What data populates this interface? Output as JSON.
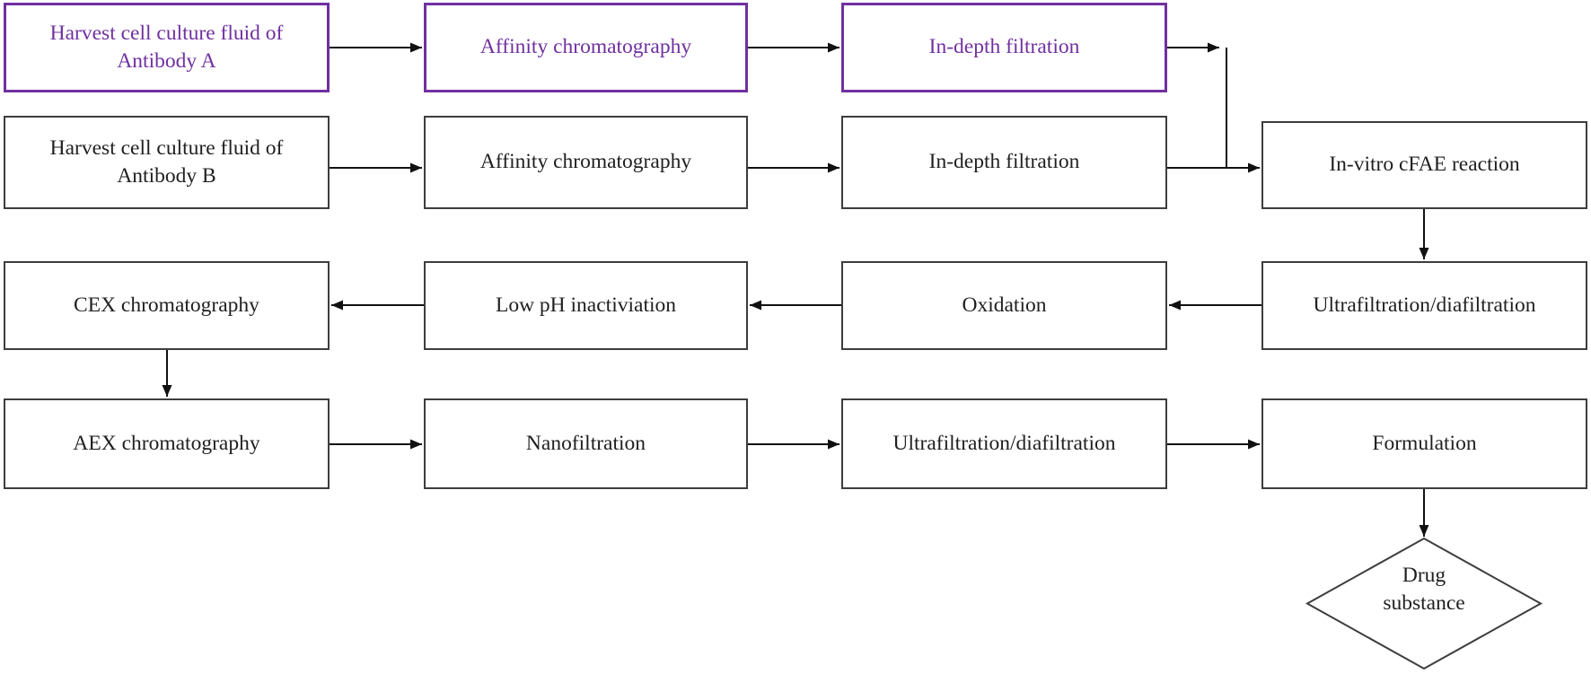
{
  "colors": {
    "accent": "#7030A0",
    "border": "#3d3d3d",
    "arrow": "#111111",
    "text": "#1f1f1f",
    "background": "#ffffff"
  },
  "nodes": [
    {
      "id": "harvest-a",
      "label": "Harvest cell culture fluid of Antibody A",
      "highlighted": true
    },
    {
      "id": "affinity-a",
      "label": "Affinity chromatography",
      "highlighted": true
    },
    {
      "id": "indepth-a",
      "label": "In-depth filtration",
      "highlighted": true
    },
    {
      "id": "harvest-b",
      "label": "Harvest cell culture fluid of Antibody B",
      "highlighted": false
    },
    {
      "id": "affinity-b",
      "label": "Affinity chromatography",
      "highlighted": false
    },
    {
      "id": "indepth-b",
      "label": "In-depth filtration",
      "highlighted": false
    },
    {
      "id": "cfae",
      "label": "In-vitro cFAE reaction",
      "highlighted": false
    },
    {
      "id": "cex",
      "label": "CEX chromatography",
      "highlighted": false
    },
    {
      "id": "low-ph",
      "label": "Low pH inactiviation",
      "highlighted": false
    },
    {
      "id": "oxidation",
      "label": "Oxidation",
      "highlighted": false
    },
    {
      "id": "ufdf-1",
      "label": "Ultrafiltration/diafiltration",
      "highlighted": false
    },
    {
      "id": "aex",
      "label": "AEX chromatography",
      "highlighted": false
    },
    {
      "id": "nanofiltration",
      "label": "Nanofiltration",
      "highlighted": false
    },
    {
      "id": "ufdf-2",
      "label": "Ultrafiltration/diafiltration",
      "highlighted": false
    },
    {
      "id": "formulation",
      "label": "Formulation",
      "highlighted": false
    },
    {
      "id": "drug-substance",
      "label": "Drug substance",
      "shape": "diamond",
      "highlighted": false
    }
  ],
  "edges": [
    {
      "from": "harvest-a",
      "to": "affinity-a"
    },
    {
      "from": "affinity-a",
      "to": "indepth-a"
    },
    {
      "from": "indepth-a",
      "to": "cfae"
    },
    {
      "from": "harvest-b",
      "to": "affinity-b"
    },
    {
      "from": "affinity-b",
      "to": "indepth-b"
    },
    {
      "from": "indepth-b",
      "to": "cfae"
    },
    {
      "from": "cfae",
      "to": "ufdf-1"
    },
    {
      "from": "ufdf-1",
      "to": "oxidation"
    },
    {
      "from": "oxidation",
      "to": "low-ph"
    },
    {
      "from": "low-ph",
      "to": "cex"
    },
    {
      "from": "cex",
      "to": "aex"
    },
    {
      "from": "aex",
      "to": "nanofiltration"
    },
    {
      "from": "nanofiltration",
      "to": "ufdf-2"
    },
    {
      "from": "ufdf-2",
      "to": "formulation"
    },
    {
      "from": "formulation",
      "to": "drug-substance"
    }
  ]
}
